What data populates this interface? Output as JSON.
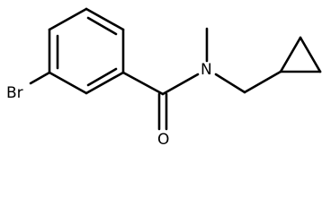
{
  "structure": {
    "atoms": {
      "bromine": "Br",
      "oxygen": "O",
      "nitrogen": "N"
    }
  }
}
